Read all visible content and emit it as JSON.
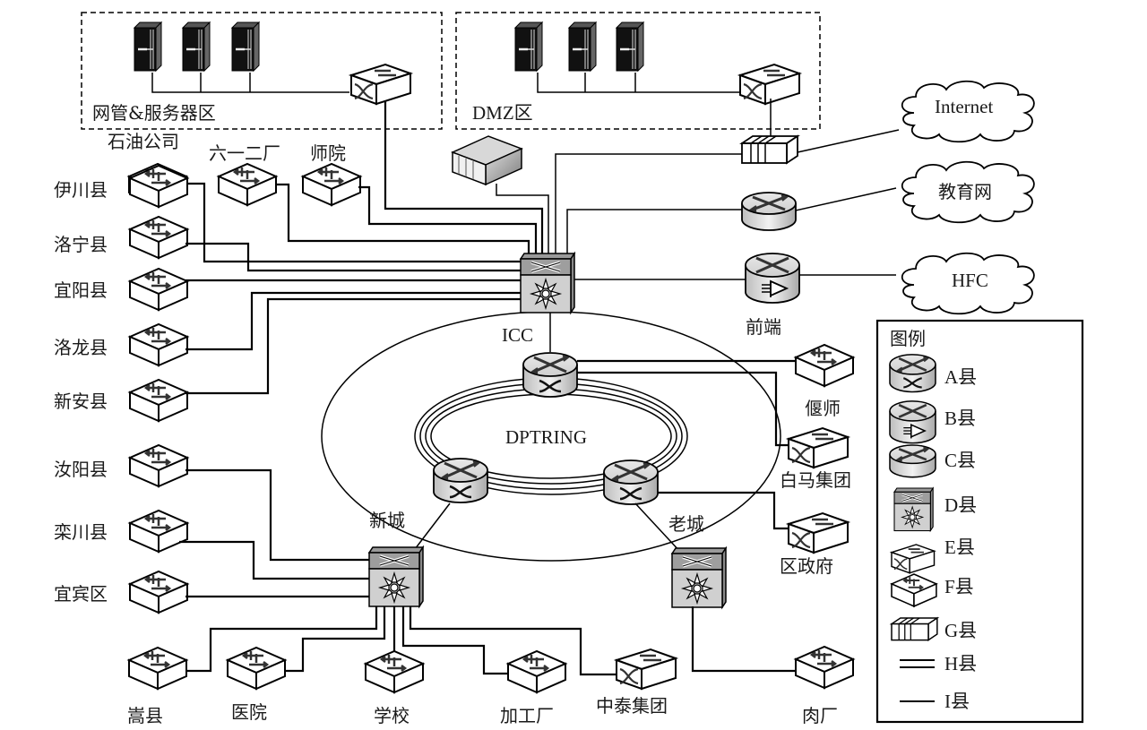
{
  "zones": {
    "nms_server": "网管&服务器区",
    "dmz": "DMZ区"
  },
  "clouds": {
    "internet": "Internet",
    "edu_net": "教育网",
    "hfc": "HFC"
  },
  "core": {
    "icc": "ICC",
    "ring": "DPTRING",
    "xincheng": "新城",
    "laocheng": "老城",
    "headend": "前端"
  },
  "top_sites": [
    "石油公司",
    "六一二厂",
    "师院"
  ],
  "left_sites": [
    "伊川县",
    "洛宁县",
    "宜阳县",
    "洛龙县",
    "新安县",
    "汝阳县",
    "栾川县",
    "宜宾区"
  ],
  "bottom_sites": [
    "嵩县",
    "医院",
    "学校",
    "加工厂",
    "中泰集团",
    "肉厂"
  ],
  "right_sites": [
    "偃师",
    "白马集团",
    "区政府"
  ],
  "legend": {
    "title": "图例",
    "items": [
      {
        "key": "A",
        "label": "A县",
        "icon": "router-switch-icon"
      },
      {
        "key": "B",
        "label": "B县",
        "icon": "router-amplifier-icon"
      },
      {
        "key": "C",
        "label": "C县",
        "icon": "router-icon"
      },
      {
        "key": "D",
        "label": "D县",
        "icon": "layer3-switch-icon"
      },
      {
        "key": "E",
        "label": "E县",
        "icon": "atm-switch-icon"
      },
      {
        "key": "F",
        "label": "F县",
        "icon": "workgroup-switch-icon"
      },
      {
        "key": "G",
        "label": "G县",
        "icon": "firewall-icon"
      },
      {
        "key": "H",
        "label": "H县",
        "icon": "double-line-icon"
      },
      {
        "key": "I",
        "label": "I县",
        "icon": "single-line-icon"
      }
    ]
  }
}
